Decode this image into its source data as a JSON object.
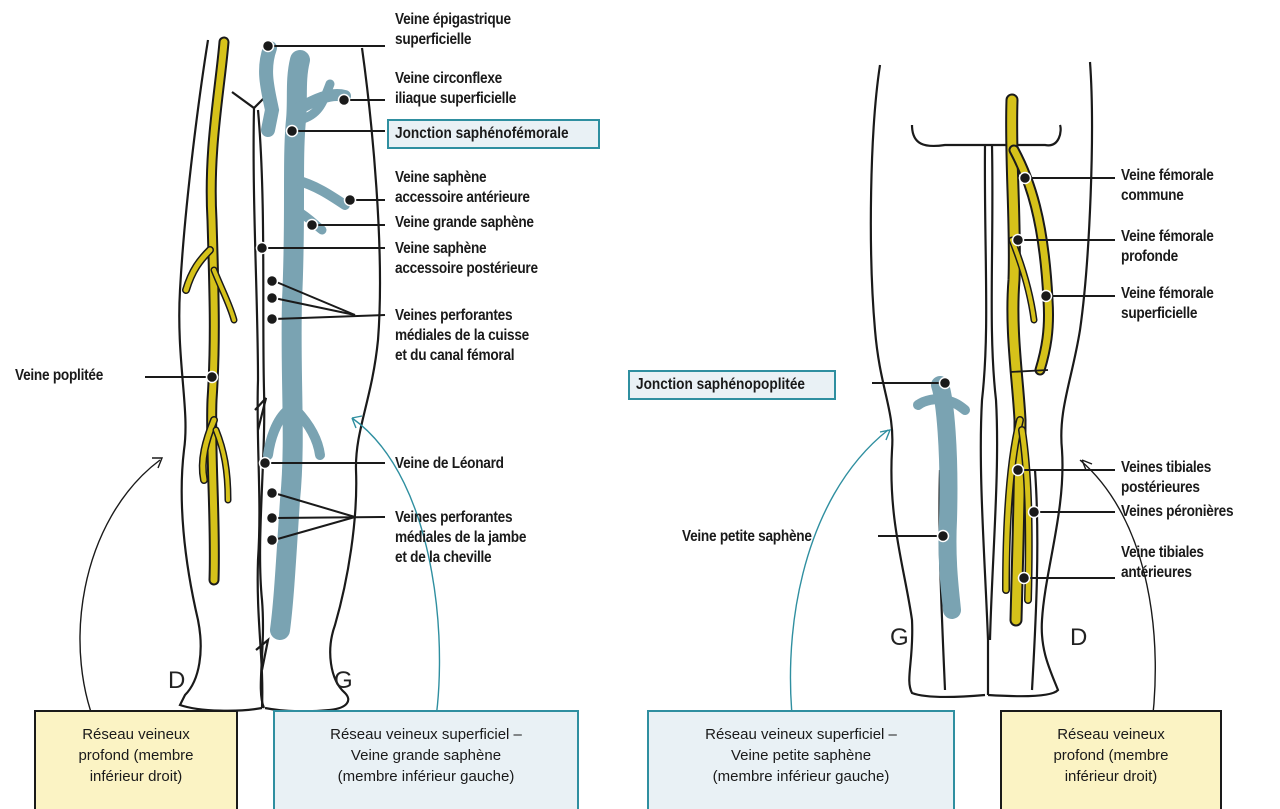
{
  "labels": {
    "epigastric": [
      "Veine épigastrique",
      "superficielle"
    ],
    "circumflex": [
      "Veine circonflexe",
      "iliaque superficielle"
    ],
    "saphenofemoral": "Jonction saphénofémorale",
    "accessory_anterior": [
      "Veine saphène",
      "accessoire antérieure"
    ],
    "great_saphenous": "Veine grande saphène",
    "accessory_posterior": [
      "Veine saphène",
      "accessoire postérieure"
    ],
    "thigh_perforators": [
      "Veines perforantes",
      "médiales de la cuisse",
      "et du canal fémoral"
    ],
    "popliteal": "Veine poplitée",
    "leonard": "Veine de Léonard",
    "leg_perforators": [
      "Veines perforantes",
      "médiales de la jambe",
      "et de la cheville"
    ],
    "common_femoral": [
      "Veine fémorale",
      "commune"
    ],
    "deep_femoral": [
      "Veine fémorale",
      "profonde"
    ],
    "superficial_femoral": [
      "Veine fémorale",
      "superficielle"
    ],
    "saphenopopliteal": "Jonction saphénopoplitée",
    "posterior_tibial": [
      "Veines tibiales",
      "postérieures"
    ],
    "peroneal": "Veines péronières",
    "anterior_tibial": [
      "Veine tibiales",
      "antérieures"
    ],
    "small_saphenous": "Veine petite saphène"
  },
  "side_letters": {
    "left_right": "D",
    "left_left": "G",
    "right_left": "G",
    "right_right": "D"
  },
  "bottom_boxes": {
    "deep_left": [
      "Réseau veineux",
      "profond (membre",
      "inférieur droit)"
    ],
    "sup_great": [
      "Réseau veineux superficiel –",
      "Veine grande saphène",
      "(membre inférieur gauche)"
    ],
    "sup_small": [
      "Réseau veineux superficiel –",
      "Veine petite saphène",
      "(membre inférieur gauche)"
    ],
    "deep_right": [
      "Réseau veineux",
      "profond (membre",
      "inférieur droit)"
    ]
  },
  "colors": {
    "superficial_vein": "#7aa3b2",
    "deep_vein": "#d6c21a",
    "outline": "#1a1a1a",
    "teal_border": "#2f8fa0",
    "yellow_fill": "#fbf3c4",
    "blue_fill": "#e9f1f5"
  }
}
